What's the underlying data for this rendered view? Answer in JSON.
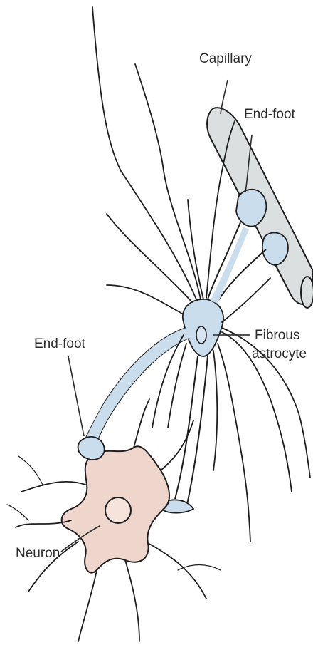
{
  "labels": {
    "capillary": "Capillary",
    "end_foot_top": "End-foot",
    "end_foot_left": "End-foot",
    "fibrous_line1": "Fibrous",
    "fibrous_line2": "astrocyte",
    "neuron": "Neuron"
  },
  "colors": {
    "astrocyte_fill": "#c9ddec",
    "neuron_fill": "#efd6cc",
    "capillary_fill": "#dcdfe0",
    "outline": "#1e1e1e",
    "background": "#ffffff"
  }
}
